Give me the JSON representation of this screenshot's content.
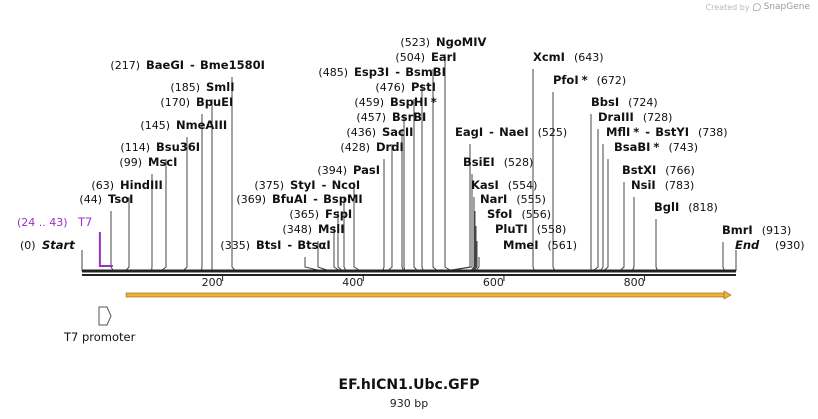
{
  "credit": {
    "prefix": "Created by",
    "brand": "SnapGene"
  },
  "map": {
    "name": "EF.hICN1.Ubc.GFP",
    "length_label": "930 bp",
    "length": 930,
    "ticks": [
      "200",
      "400",
      "600",
      "800"
    ],
    "tick_values": [
      200,
      400,
      600,
      800
    ],
    "start": {
      "pos": "(0)",
      "name": "Start",
      "at": 0
    },
    "end": {
      "pos": "(930)",
      "name": "End",
      "at": 930
    },
    "t7": {
      "range": "(24 .. 43)",
      "name": "T7",
      "at": 24,
      "color": "#9b30c8"
    },
    "promoter": {
      "label": "T7 promoter",
      "icon": "arrow-outline-icon"
    },
    "orf": {
      "from": 84,
      "to": 930,
      "color": "#f2b134"
    },
    "sites": [
      {
        "name": "BaeGI",
        "pos": "(217)",
        "at": 217,
        "group": "Bme1580I"
      },
      {
        "name": "Bme1580I",
        "at": 217
      },
      {
        "name": "SmlI",
        "pos": "(185)",
        "at": 185
      },
      {
        "name": "BpuEI",
        "pos": "(170)",
        "at": 170
      },
      {
        "name": "NmeAIII",
        "pos": "(145)",
        "at": 145
      },
      {
        "name": "Bsu36I",
        "pos": "(114)",
        "at": 114
      },
      {
        "name": "MscI",
        "pos": "(99)",
        "at": 99
      },
      {
        "name": "HindIII",
        "pos": "(63)",
        "at": 63
      },
      {
        "name": "TsoI",
        "pos": "(44)",
        "at": 44
      },
      {
        "name": "NgoMIV",
        "pos": "(523)",
        "at": 523
      },
      {
        "name": "EarI",
        "pos": "(504)",
        "at": 504
      },
      {
        "name": "Esp3I",
        "pos": "(485)",
        "at": 485
      },
      {
        "name": "BsmBI",
        "at": 485
      },
      {
        "name": "PstI",
        "pos": "(476)",
        "at": 476
      },
      {
        "name": "BspHI",
        "pos": "(459)",
        "at": 459,
        "star": "*"
      },
      {
        "name": "BsrBI",
        "pos": "(457)",
        "at": 457
      },
      {
        "name": "SacII",
        "pos": "(436)",
        "at": 436
      },
      {
        "name": "DrdI",
        "pos": "(428)",
        "at": 428
      },
      {
        "name": "PasI",
        "pos": "(394)",
        "at": 394
      },
      {
        "name": "StyI",
        "pos": "(375)",
        "at": 375
      },
      {
        "name": "NcoI",
        "at": 375
      },
      {
        "name": "BfuAI",
        "pos": "(369)",
        "at": 369
      },
      {
        "name": "BspMI",
        "at": 369
      },
      {
        "name": "FspI",
        "pos": "(365)",
        "at": 365
      },
      {
        "name": "MslI",
        "pos": "(348)",
        "at": 348
      },
      {
        "name": "BtsI",
        "pos": "(335)",
        "at": 335
      },
      {
        "name": "BtsαI",
        "at": 335
      },
      {
        "name": "EagI",
        "pos": "(525)",
        "at": 525
      },
      {
        "name": "NaeI",
        "at": 525
      },
      {
        "name": "BsiEI",
        "pos": "(528)",
        "at": 528
      },
      {
        "name": "KasI",
        "pos": "(554)",
        "at": 554
      },
      {
        "name": "NarI",
        "pos": "(555)",
        "at": 555
      },
      {
        "name": "SfoI",
        "pos": "(556)",
        "at": 556
      },
      {
        "name": "PluTI",
        "pos": "(558)",
        "at": 558
      },
      {
        "name": "MmeI",
        "pos": "(561)",
        "at": 561
      },
      {
        "name": "XcmI",
        "pos": "(643)",
        "at": 643
      },
      {
        "name": "PfoI",
        "pos": "(672)",
        "at": 672,
        "star": "*"
      },
      {
        "name": "BbsI",
        "pos": "(724)",
        "at": 724
      },
      {
        "name": "DraIII",
        "pos": "(728)",
        "at": 728
      },
      {
        "name": "MflI",
        "pos": "(738)",
        "at": 738,
        "star": "*"
      },
      {
        "name": "BstYI",
        "at": 738
      },
      {
        "name": "BsaBI",
        "pos": "(743)",
        "at": 743,
        "star": "*"
      },
      {
        "name": "BstXI",
        "pos": "(766)",
        "at": 766
      },
      {
        "name": "NsiI",
        "pos": "(783)",
        "at": 783
      },
      {
        "name": "BglI",
        "pos": "(818)",
        "at": 818
      },
      {
        "name": "BmrI",
        "pos": "(913)",
        "at": 913
      }
    ]
  }
}
